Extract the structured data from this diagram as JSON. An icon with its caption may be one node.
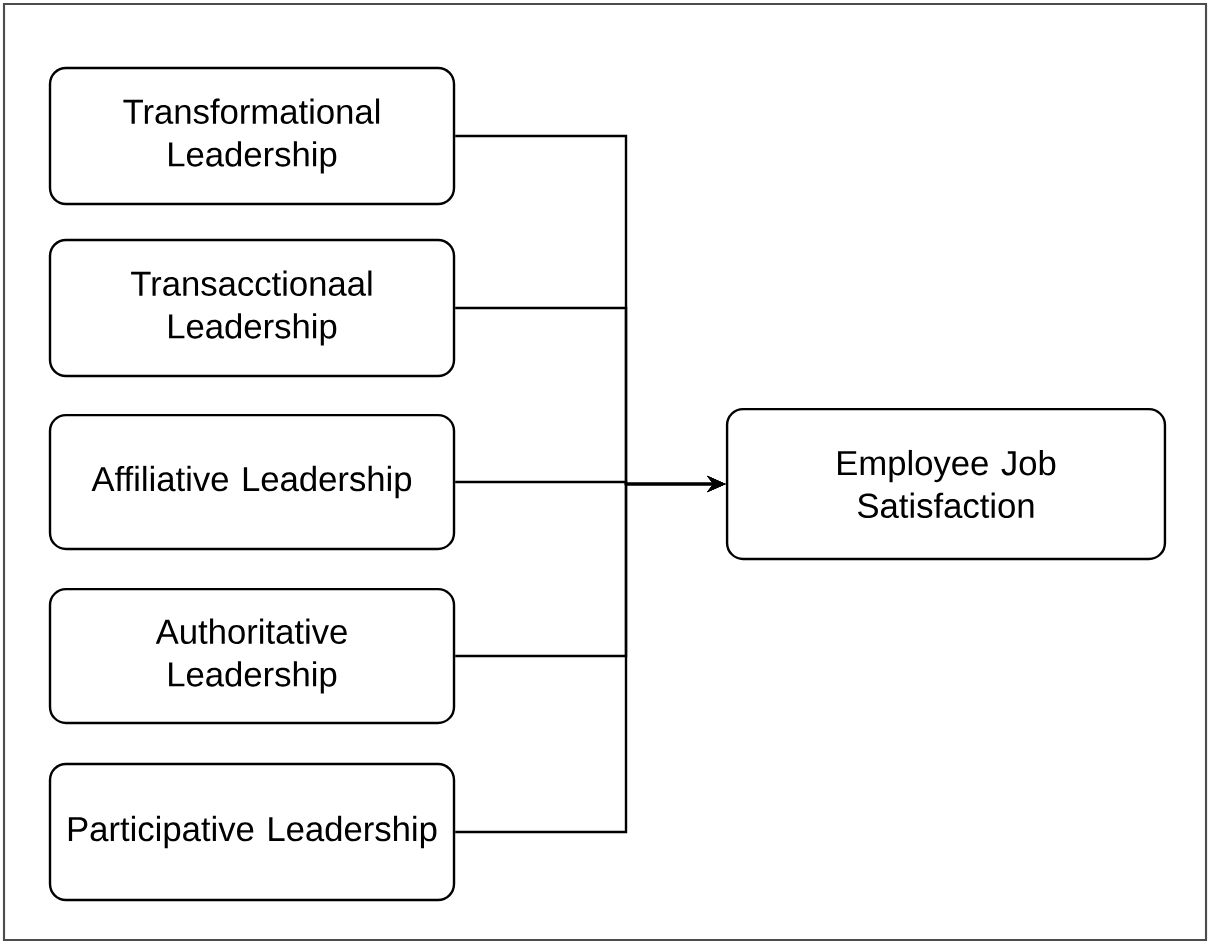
{
  "diagram": {
    "nodes": [
      {
        "text": [
          "Transformational Leadership"
        ]
      },
      {
        "text": [
          "Transacctionaal Leadership"
        ]
      },
      {
        "text": [
          "Affiliative Leadership"
        ]
      },
      {
        "text": [
          "Authoritative Leadership"
        ]
      },
      {
        "text": [
          "Participative Leadership"
        ]
      },
      {
        "text": [
          "Employee Job Satisfaction"
        ]
      }
    ],
    "edges": [
      {
        "from": 0,
        "to": 5,
        "arrow": "to"
      },
      {
        "from": 1,
        "to": 5,
        "arrow": "to"
      },
      {
        "from": 2,
        "to": 5,
        "arrow": "to"
      },
      {
        "from": 3,
        "to": 5,
        "arrow": "to"
      },
      {
        "from": 4,
        "to": 5,
        "arrow": "to"
      }
    ]
  }
}
